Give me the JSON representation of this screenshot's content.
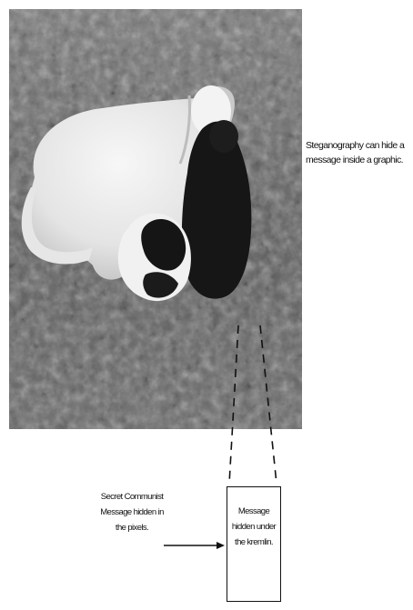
{
  "photo": {
    "description_icon": "two-dogs-lying-on-grass-photo"
  },
  "caption_right": "Steganography can hide a message inside a graphic.",
  "left_label": "Secret Communist Message hidden in the pixels.",
  "box_text": "Message hidden under the kremlin."
}
